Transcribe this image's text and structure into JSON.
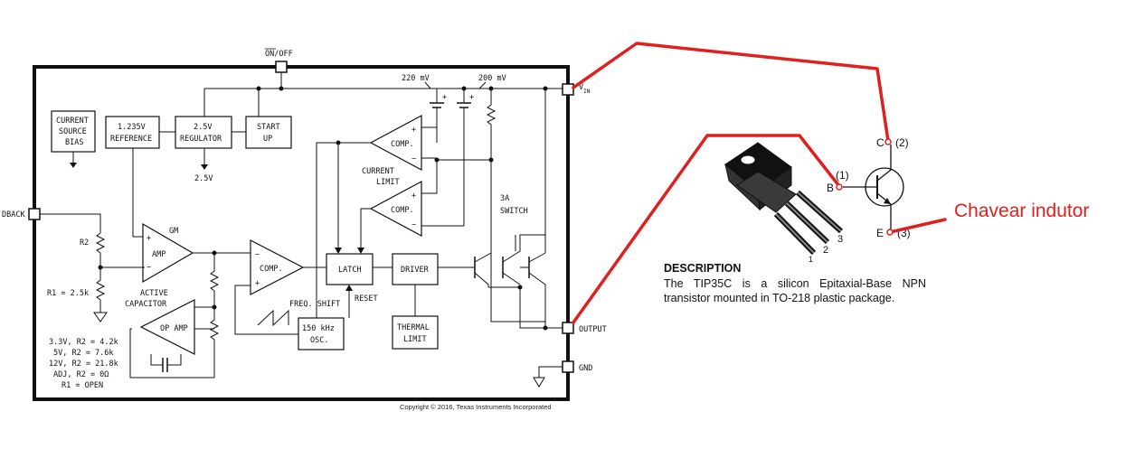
{
  "schematic": {
    "labels": {
      "on_off": "ON/OFF",
      "vin": "V",
      "vin_sub": "IN",
      "output": "OUTPUT",
      "gnd": "GND",
      "feedback": "DBACK",
      "current_source_1": "CURRENT",
      "current_source_2": "SOURCE",
      "current_source_3": "BIAS",
      "reference_1": "1.235V",
      "reference_2": "REFERENCE",
      "regulator_1": "2.5V",
      "regulator_2": "REGULATOR",
      "startup_1": "START",
      "startup_2": "UP",
      "reg_out": "2.5V",
      "v220": "220 mV",
      "v200": "200 mV",
      "comp_top": "COMP.",
      "comp_mid": "COMP.",
      "comp_main": "COMP.",
      "current_limit_1": "CURRENT",
      "current_limit_2": "LIMIT",
      "switch_1": "3A",
      "switch_2": "SWITCH",
      "gm": "GM",
      "amp": "AMP",
      "active_cap_1": "ACTIVE",
      "active_cap_2": "CAPACITOR",
      "op_amp": "OP AMP",
      "latch": "LATCH",
      "driver": "DRIVER",
      "thermal_1": "THERMAL",
      "thermal_2": "LIMIT",
      "freq_shift": "FREQ. SHIFT",
      "reset": "RESET",
      "osc_1": "150 kHz",
      "osc_2": "OSC.",
      "r2": "R2",
      "r1": "R1 = 2.5k",
      "v33": "3.3V, R2 = 4.2k",
      "v5": "5V, R2 = 7.6k",
      "v12": "12V, R2 = 21.8k",
      "adj": "ADJ, R2 = 0Ω",
      "r1open": "R1 = OPEN",
      "plus": "+",
      "minus": "−"
    },
    "copyright": "Copyright © 2016, Texas Instruments Incorporated"
  },
  "transistor": {
    "pin_c": "C",
    "pin_c_num": "(2)",
    "pin_b": "B",
    "pin_b_num": "(1)",
    "pin_e": "E",
    "pin_e_num": "(3)",
    "lead_1": "1",
    "lead_2": "2",
    "lead_3": "3"
  },
  "description": {
    "title": "DESCRIPTION",
    "body": "The TIP35C is a silicon Epitaxial-Base NPN transistor mounted in TO-218 plastic package."
  },
  "annotation": {
    "text": "Chavear indutor"
  },
  "colors": {
    "wire_red": "#e0201e",
    "ink": "#111111"
  }
}
